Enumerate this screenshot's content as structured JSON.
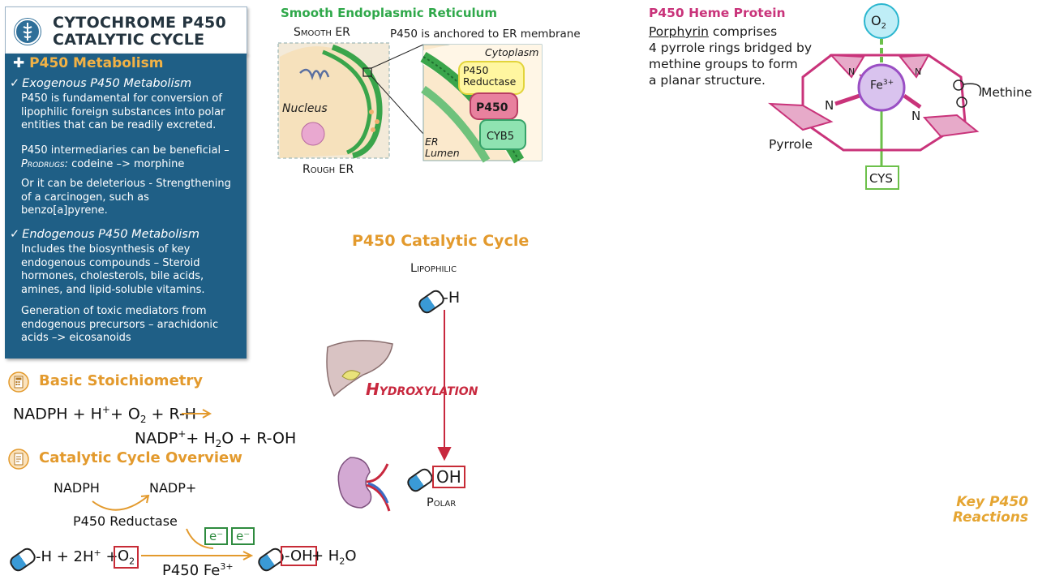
{
  "header": {
    "title_line1": "CYTOCHROME P450",
    "title_line2": "CATALYTIC CYCLE"
  },
  "panel": {
    "heading": "P450 Metabolism",
    "exo_title": "Exogenous P450 Metabolism",
    "exo_text": "P450 is fundamental for conversion of lipophilic foreign substances into polar entities that can be readily excreted.",
    "inter_text": "P450 intermediaries can be beneficial –",
    "prodrug_label": "Prodrugs:",
    "prodrug_text": "codeine –> morphine",
    "delet_text": "Or it can be deleterious - Strengthening of a carcinogen, such as benzo[a]pyrene.",
    "endo_title": "Endogenous P450 Metabolism",
    "endo_text": "Includes the biosynthesis of key endogenous compounds – Steroid hormones, cholesterols, bile acids, amines, and lipid-soluble vitamins.",
    "tox_text": "Generation of toxic mediators from endogenous precursors – arachidonic acids –> eicosanoids"
  },
  "stoich": {
    "title": "Basic Stoichiometry",
    "eq1_a": "NADPH + H",
    "eq1_sup": "+",
    "eq1_b": "+ O",
    "eq1_sub": "2",
    "eq1_c": "+ R-H",
    "eq2_a": "NADP",
    "eq2_sup": "+",
    "eq2_b": "+ H",
    "eq2_sub": "2",
    "eq2_c": "O + R-OH"
  },
  "overview": {
    "title": "Catalytic Cycle Overview",
    "nadph": "NADPH",
    "nadp": "NADP+",
    "reductase": "P450 Reductase",
    "e1": "e⁻",
    "e2": "e⁻",
    "left_h": "-H + 2H",
    "left_sup": "+",
    "plus": "+",
    "o2": "O",
    "o2_sub": "2",
    "enzyme": "P450 Fe",
    "enzyme_sup": "3+",
    "oh": "-OH",
    "plus_h2o": "+ H",
    "h2o_sub": "2",
    "h2o_end": "O"
  },
  "ser": {
    "title": "Smooth Endoplasmic Reticulum",
    "smooth_er": "Smooth ER",
    "anchored": "P450 is anchored to ER membrane",
    "nucleus": "Nucleus",
    "rough_er": "Rough ER",
    "cytoplasm": "Cytoplasm",
    "reductase": "P450 Reductase",
    "p450": "P450",
    "cyb5": "CYB5",
    "er_lumen": "ER Lumen"
  },
  "cycle": {
    "title": "P450 Catalytic Cycle",
    "lipophilic": "Lipophilic",
    "h": "-H",
    "hydroxylation": "Hydroxylation",
    "oh": "OH",
    "polar": "Polar"
  },
  "heme": {
    "title": "P450 Heme Protein",
    "porphyrin": "Porphyrin",
    "desc_rest": " comprises",
    "desc2": "4 pyrrole rings bridged by",
    "desc3": "methine groups to form",
    "desc4": "a planar structure.",
    "o2": "O",
    "o2_sub": "2",
    "fe": "Fe",
    "fe_sup": "3+",
    "n": "N",
    "methine": "Methine",
    "pyrrole": "Pyrrole",
    "cys": "CYS"
  },
  "key_label_1": "Key P450",
  "key_label_2": "Reactions",
  "colors": {
    "orange": "#e39a2d",
    "panel_blue": "#1f5f86",
    "magenta": "#c9337a",
    "green": "#2e8b3f",
    "red": "#c72b36"
  }
}
